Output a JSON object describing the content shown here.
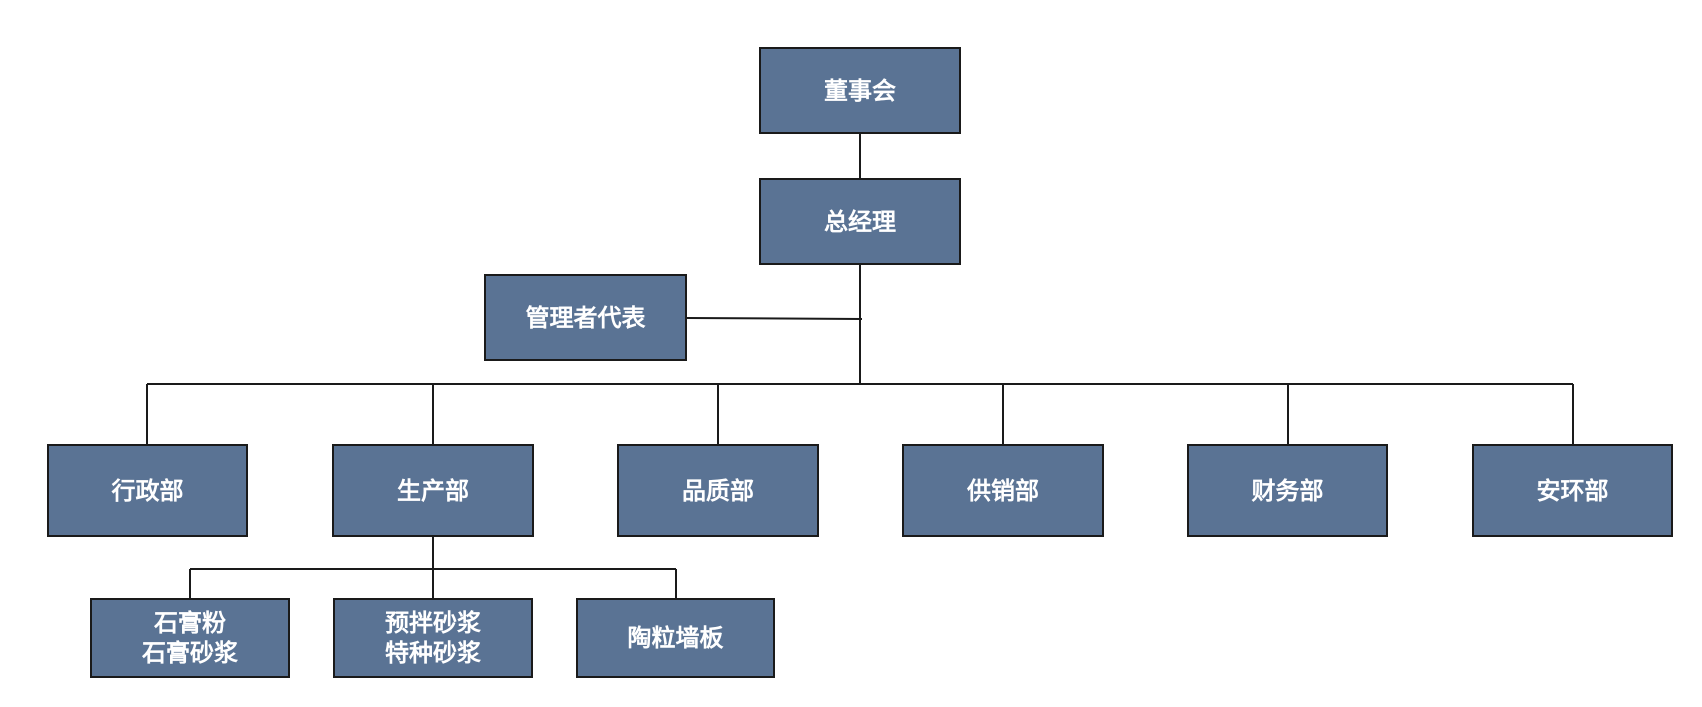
{
  "org_chart": {
    "board": "董事会",
    "general_manager": "总经理",
    "management_representative": "管理者代表",
    "departments": {
      "admin": "行政部",
      "production": "生产部",
      "quality": "品质部",
      "supply_sales": "供销部",
      "finance": "财务部",
      "safety_env": "安环部"
    },
    "production_lines": {
      "gypsum": [
        "石膏粉",
        "石膏砂浆"
      ],
      "mortar": [
        "预拌砂浆",
        "特种砂浆"
      ],
      "ceramsite": "陶粒墙板"
    }
  },
  "colors": {
    "node_fill": "#5a7394",
    "node_border": "#1a1a1a",
    "node_text": "#ffffff",
    "connector": "#1a1a1a"
  }
}
